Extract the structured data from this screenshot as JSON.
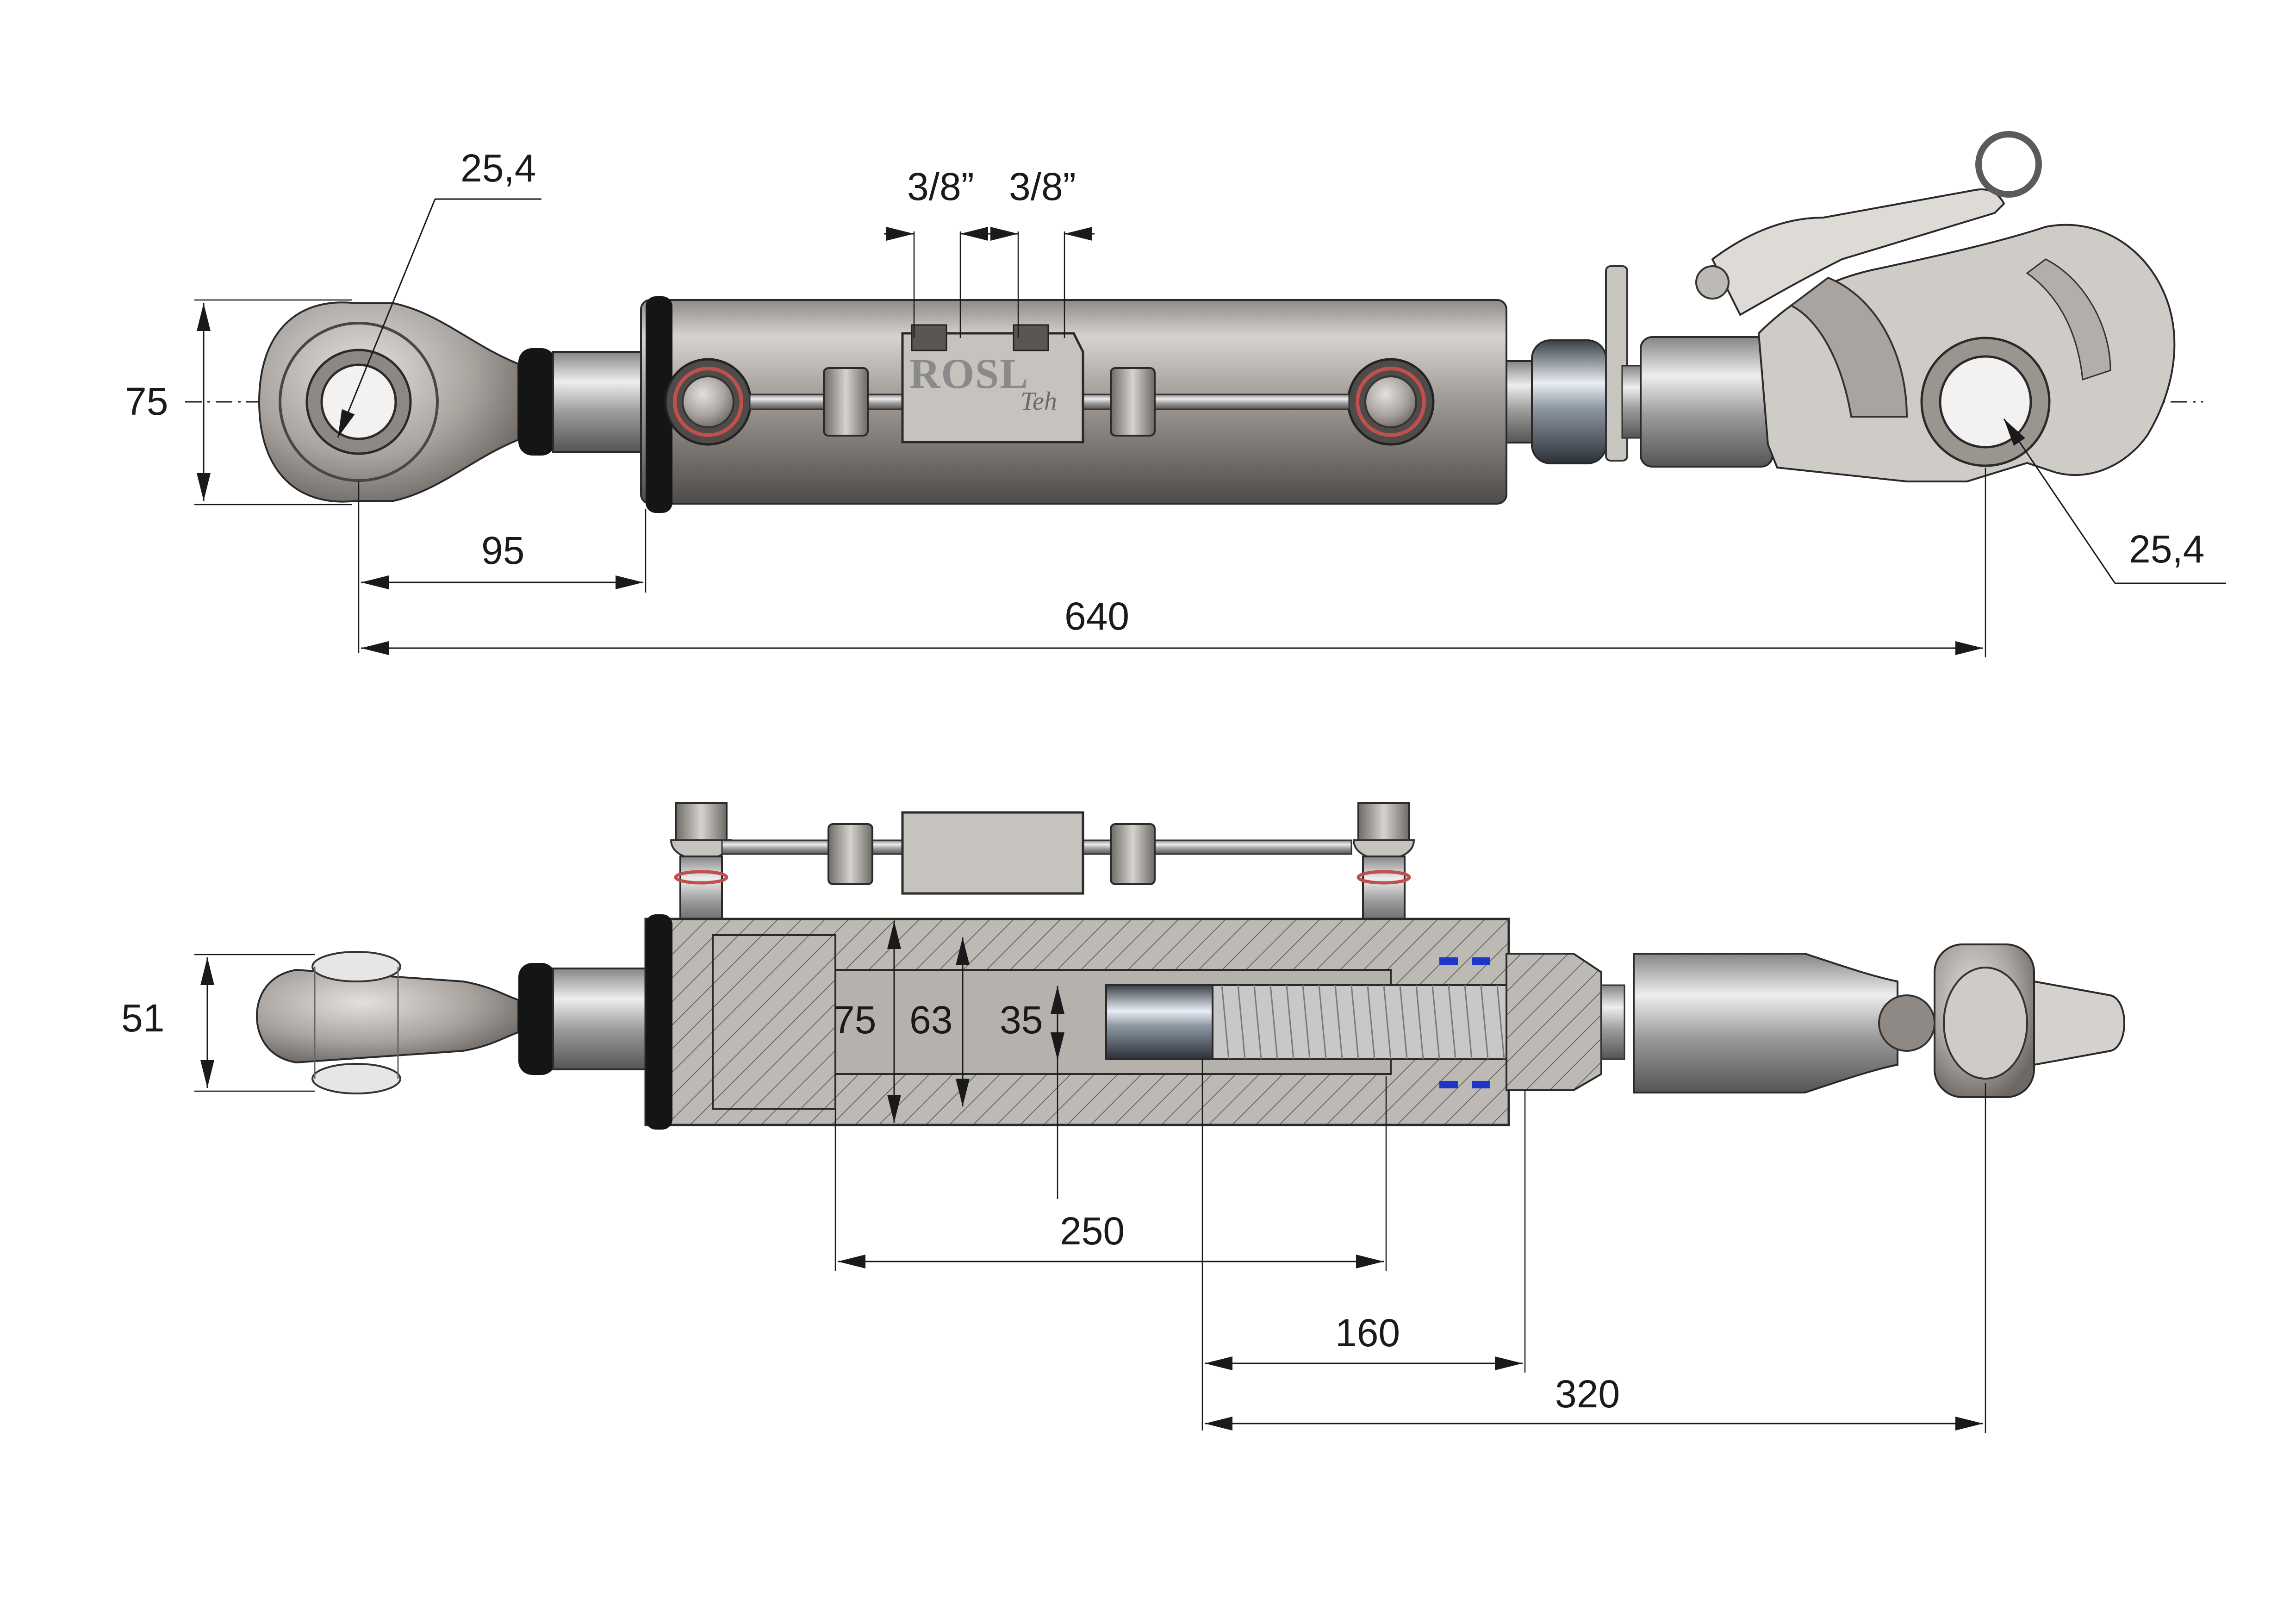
{
  "diagram": {
    "brand_name": "ROSL",
    "brand_sub": "Teh",
    "top_view": {
      "port_sizes": [
        "3/8”",
        "3/8”"
      ],
      "ball_eye_diameter_left": "25,4",
      "ball_eye_diameter_right": "25,4",
      "outer_height": "75",
      "eye_to_cylinder": "95",
      "overall_length": "640"
    },
    "bottom_view": {
      "eye_width": "51",
      "cylinder_outer_diameter": "75",
      "bore_diameter": "63",
      "rod_diameter": "35",
      "stroke": "250",
      "thread_length": "160",
      "extension_length": "320"
    }
  },
  "colors": {
    "steel_light": "#d9d6d2",
    "steel_mid": "#a8a39e",
    "steel_dark": "#6f6a66",
    "section_fill": "#b9b5b1",
    "seal_black": "#151515",
    "seal_blue": "#1f35c9",
    "oring_red": "#c0504d"
  }
}
